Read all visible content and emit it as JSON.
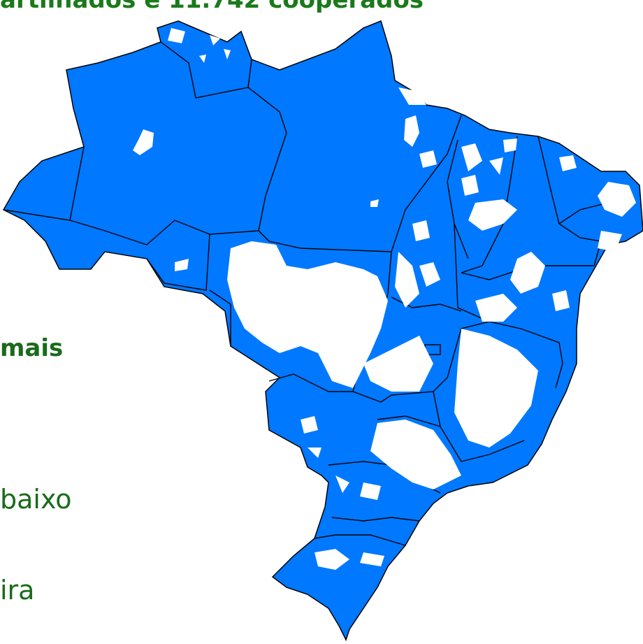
{
  "title_fragment": "artilhados e 11.742 cooperados",
  "side_texts": [
    "mais",
    "baixo",
    "ira"
  ],
  "map": {
    "country": "Brasil",
    "fill_color": "#0078ff",
    "border_color": "#000000",
    "background_color": "#ffffff"
  }
}
